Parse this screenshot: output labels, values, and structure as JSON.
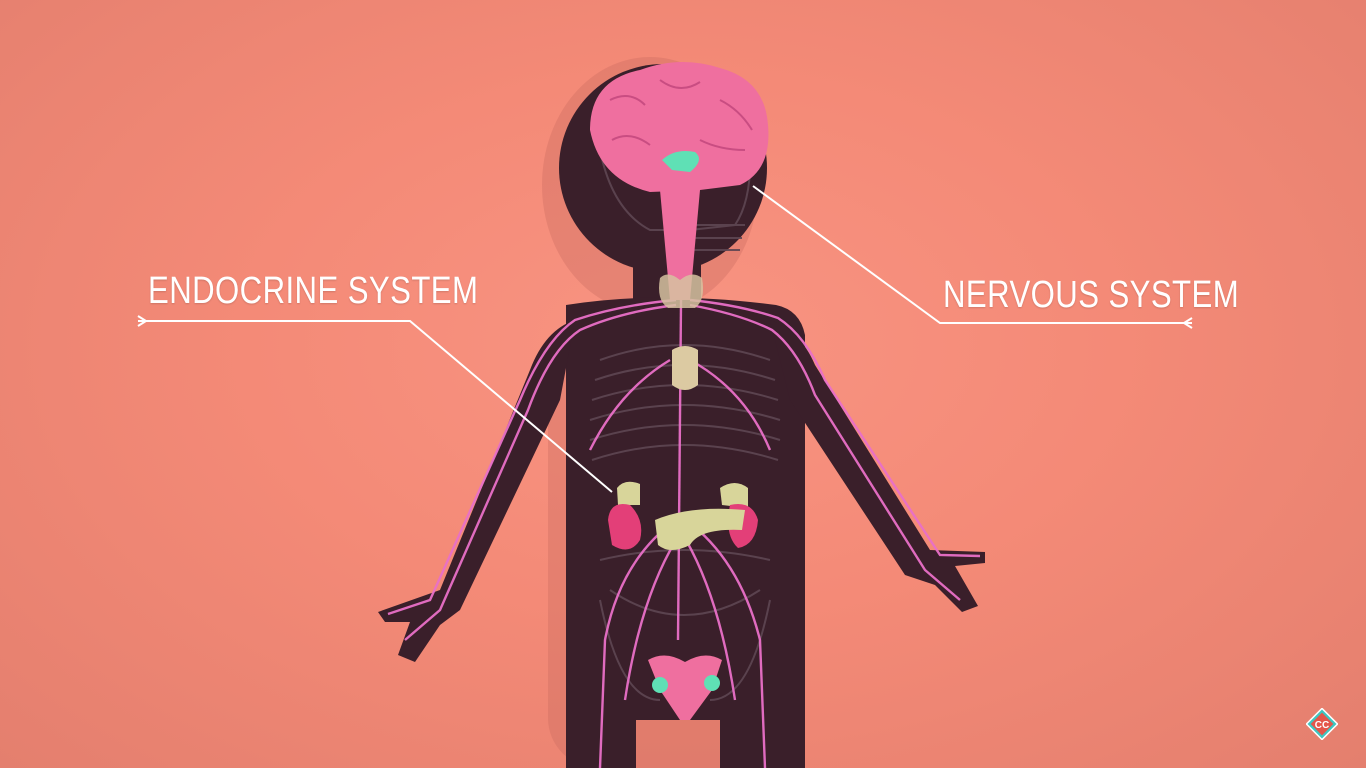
{
  "labels": {
    "endocrine": "ENDOCRINE SYSTEM",
    "nervous": "NERVOUS SYSTEM"
  },
  "logo": {
    "text": "CC"
  },
  "colors": {
    "background": "#f48a77",
    "body": "#3a1f2a",
    "nerves": "#e970c8",
    "brain": "#ef6f9f",
    "gland": "#d8d59a",
    "kidney": "#e33f78",
    "leader_line": "#ffffff",
    "logo_teal": "#3ec6c0"
  },
  "icons": [
    "body-silhouette",
    "brain-icon",
    "skull-icon",
    "logo-icon"
  ]
}
